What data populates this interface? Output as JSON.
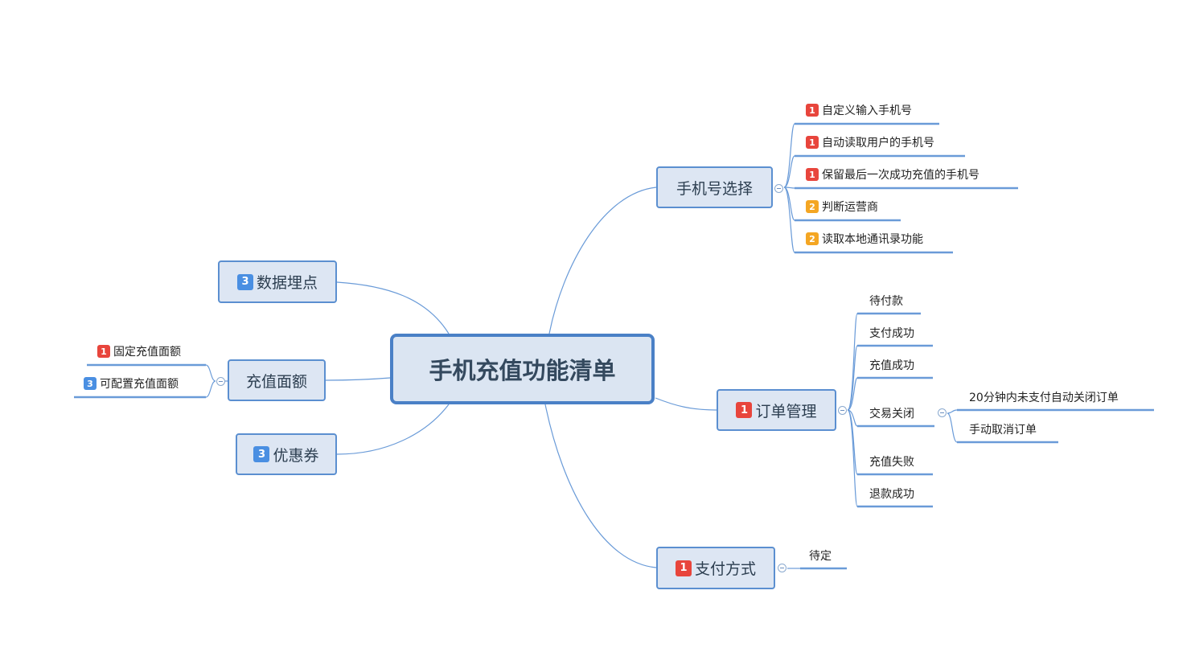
{
  "root": {
    "label": "手机充值功能清单"
  },
  "branches": {
    "phone_select": {
      "label": "手机号选择",
      "children": [
        {
          "priority": "1",
          "label": "自定义输入手机号"
        },
        {
          "priority": "1",
          "label": "自动读取用户的手机号"
        },
        {
          "priority": "1",
          "label": "保留最后一次成功充值的手机号"
        },
        {
          "priority": "2",
          "label": "判断运营商"
        },
        {
          "priority": "2",
          "label": "读取本地通讯录功能"
        }
      ]
    },
    "tracking": {
      "priority": "3",
      "label": "数据埋点"
    },
    "amount": {
      "label": "充值面额",
      "children": [
        {
          "priority": "1",
          "label": "固定充值面额"
        },
        {
          "priority": "3",
          "label": "可配置充值面额"
        }
      ]
    },
    "coupon": {
      "priority": "3",
      "label": "优惠券"
    },
    "order": {
      "priority": "1",
      "label": "订单管理",
      "children": [
        {
          "label": "待付款"
        },
        {
          "label": "支付成功"
        },
        {
          "label": "充值成功"
        },
        {
          "label": "交易关闭",
          "children": [
            {
              "label": "20分钟内未支付自动关闭订单"
            },
            {
              "label": "手动取消订单"
            }
          ]
        },
        {
          "label": "充值失败"
        },
        {
          "label": "退款成功"
        }
      ]
    },
    "payment": {
      "priority": "1",
      "label": "支付方式",
      "children": [
        {
          "label": "待定"
        }
      ]
    }
  },
  "colors": {
    "priority_1": "#e8453c",
    "priority_2": "#f4a623",
    "priority_3": "#4a8fe2",
    "node_fill": "#dde6f3",
    "node_border": "#5b8fd0",
    "edge": "#6a9bd8"
  }
}
